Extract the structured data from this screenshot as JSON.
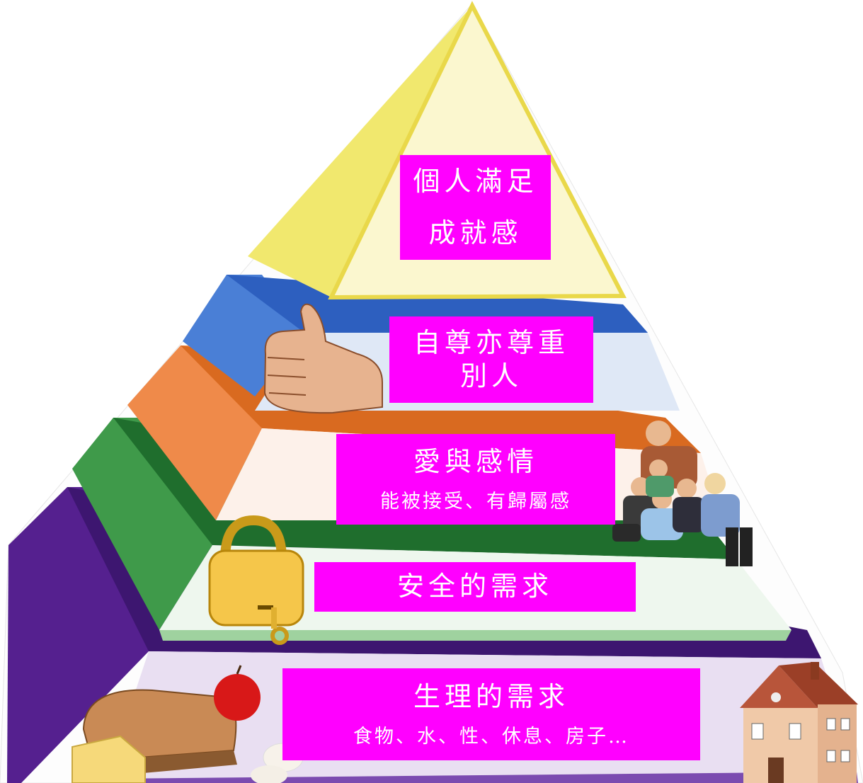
{
  "pyramid": {
    "levels": [
      {
        "id": "self-actualization",
        "title": "個人滿足",
        "subtitle": "成就感"
      },
      {
        "id": "esteem",
        "title": "自尊亦尊重",
        "subtitle": "別人"
      },
      {
        "id": "love",
        "title": "愛與感情",
        "subtitle": "能被接受、有歸屬感"
      },
      {
        "id": "safety",
        "title": "安全的需求",
        "subtitle": ""
      },
      {
        "id": "physiological",
        "title": "生理的需求",
        "subtitle": "食物、水、性、休息、房子…"
      }
    ]
  },
  "colors": {
    "label_bg": "#ff00ff",
    "label_text": "#ffffff",
    "yellow": "#f4ec8a",
    "blue": "#4a7fd6",
    "orange": "#ef8a4a",
    "green": "#3f9a4a",
    "purple": "#55208f"
  }
}
